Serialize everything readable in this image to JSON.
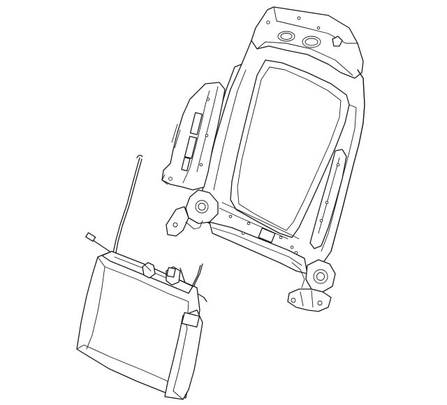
{
  "diagram": {
    "kind": "parts-illustration",
    "parts": [
      "seat-back-frame",
      "lumbar-support"
    ],
    "background": "#ffffff",
    "line_color": "#1a1a1a"
  }
}
